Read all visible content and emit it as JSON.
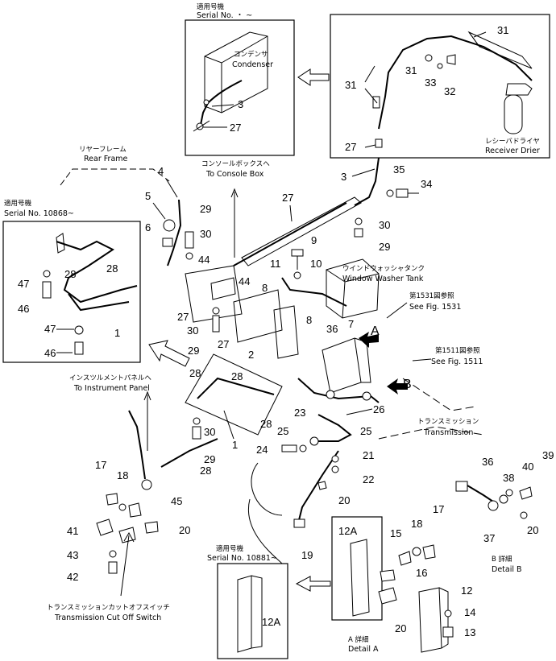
{
  "insets": {
    "serial_top_jp": "適用号機",
    "serial_top_en": "Serial No.  ・  ~",
    "condenser_jp": "コンデンサ",
    "condenser_en": "Condenser",
    "receiver_jp": "レシーバドライヤ",
    "receiver_en": "Receiver Drier",
    "serial_left_jp": "適用号機",
    "serial_left_en": "Serial No. 10868~",
    "serial_bottom_jp": "適用号機",
    "serial_bottom_en": "Serial No. 10881~"
  },
  "labels": {
    "rear_frame_jp": "リヤーフレーム",
    "rear_frame_en": "Rear Frame",
    "console_jp": "コンソールボックスへ",
    "console_en": "To Console Box",
    "washer_jp": "ウインドウォッシャタンク",
    "washer_en": "Window Washer Tank",
    "fig1531_jp": "第1531図参照",
    "fig1531_en": "See Fig. 1531",
    "fig1511_jp": "第1511図参照",
    "fig1511_en": "See Fig. 1511",
    "instrument_jp": "インスツルメントパネルへ",
    "instrument_en": "To Instrument Panel",
    "transmission_jp": "トランスミッション",
    "transmission_en": "Transmission",
    "cutoff_jp": "トランスミッションカットオフスイッチ",
    "cutoff_en": "Transmission Cut Off Switch",
    "detail_a_jp": "A 詳細",
    "detail_a_en": "Detail A",
    "detail_b_jp": "B 詳細",
    "detail_b_en": "Detail B",
    "arrow_a": "A",
    "arrow_b": "B"
  },
  "part_numbers": {
    "p3_top": "3",
    "p27_top": "27",
    "p31a": "31",
    "p31b": "31",
    "p31c": "31",
    "p33": "33",
    "p32": "32",
    "p27b": "27",
    "p3b": "3",
    "p35": "35",
    "p34": "34",
    "p30a": "30",
    "p29a": "29",
    "p27c": "27",
    "p9": "9",
    "p10": "10",
    "p11": "11",
    "p8a": "8",
    "p8b": "8",
    "p7": "7",
    "p4": "4",
    "p5": "5",
    "p6": "6",
    "p29b": "29",
    "p30b": "30",
    "p44a": "44",
    "p44b": "44",
    "p27d": "27",
    "p30c": "30",
    "p29c": "29",
    "p27e": "27",
    "p2": "2",
    "p36": "36",
    "p28a": "28",
    "p28b": "28",
    "p47a": "47",
    "p46a": "46",
    "p47b": "47",
    "p46b": "46",
    "p1a": "1",
    "p28c": "28",
    "p28d": "28",
    "p28e": "28",
    "p1b": "1",
    "p30d": "30",
    "p29d": "29",
    "p28f": "28",
    "p23": "23",
    "p26": "26",
    "p25a": "25",
    "p25b": "25",
    "p24": "24",
    "p21": "21",
    "p22": "22",
    "p20a": "20",
    "p17a": "17",
    "p18a": "18",
    "p45": "45",
    "p41": "41",
    "p20b": "20",
    "p43": "43",
    "p42": "42",
    "p19": "19",
    "p12a_top": "12A",
    "p15": "15",
    "p18b": "18",
    "p17b": "17",
    "p16": "16",
    "p20c": "20",
    "p12": "12",
    "p14": "14",
    "p13": "13",
    "p12a_box": "12A",
    "p36b": "36",
    "p38": "38",
    "p40": "40",
    "p39": "39",
    "p37": "37",
    "p20d": "20"
  }
}
